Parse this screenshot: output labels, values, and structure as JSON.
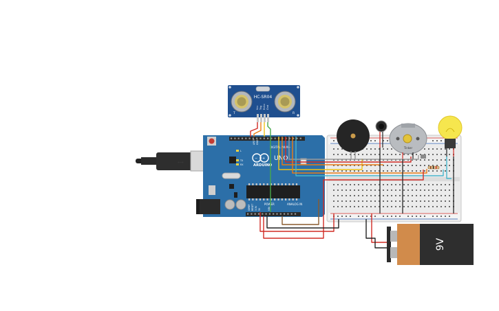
{
  "sensor": {
    "model": "HC-SR04",
    "pins": [
      "Vcc",
      "Trig",
      "Echo",
      "Gnd"
    ],
    "lbl_t": "T",
    "lbl_r": "R"
  },
  "arduino": {
    "brand": "ARDUINO",
    "model": "UNO",
    "digital_label": "DIGITAL PWM~",
    "power_label": "POWER",
    "analog_label": "ANALOG IN",
    "tx": "TX",
    "rx": "RX",
    "l": "L",
    "aref": "AREF",
    "gnd": "GND",
    "ioref": "IOREF",
    "reset": "RESET",
    "v33": "3.3V",
    "v5": "5V",
    "vin": "VIN"
  },
  "motor": {
    "label": "Tinker"
  },
  "battery": {
    "label": "9V",
    "colors": {
      "body": "#2e2e2e",
      "label": "#d18b4b"
    }
  },
  "colors": {
    "arduino_board": "#2c6fa8",
    "breadboard": "#e9e9e9",
    "wire_red": "#d12b24",
    "wire_black": "#222222",
    "wire_orange": "#ea7d16",
    "wire_yellow": "#f2c318",
    "wire_green": "#46a84a",
    "wire_cyan": "#48b6cc",
    "wire_brown": "#8a5a2d",
    "wire_gray": "#9a9a9a",
    "sensor_board": "#1f4f8f",
    "bulb": "#f6e64e"
  }
}
